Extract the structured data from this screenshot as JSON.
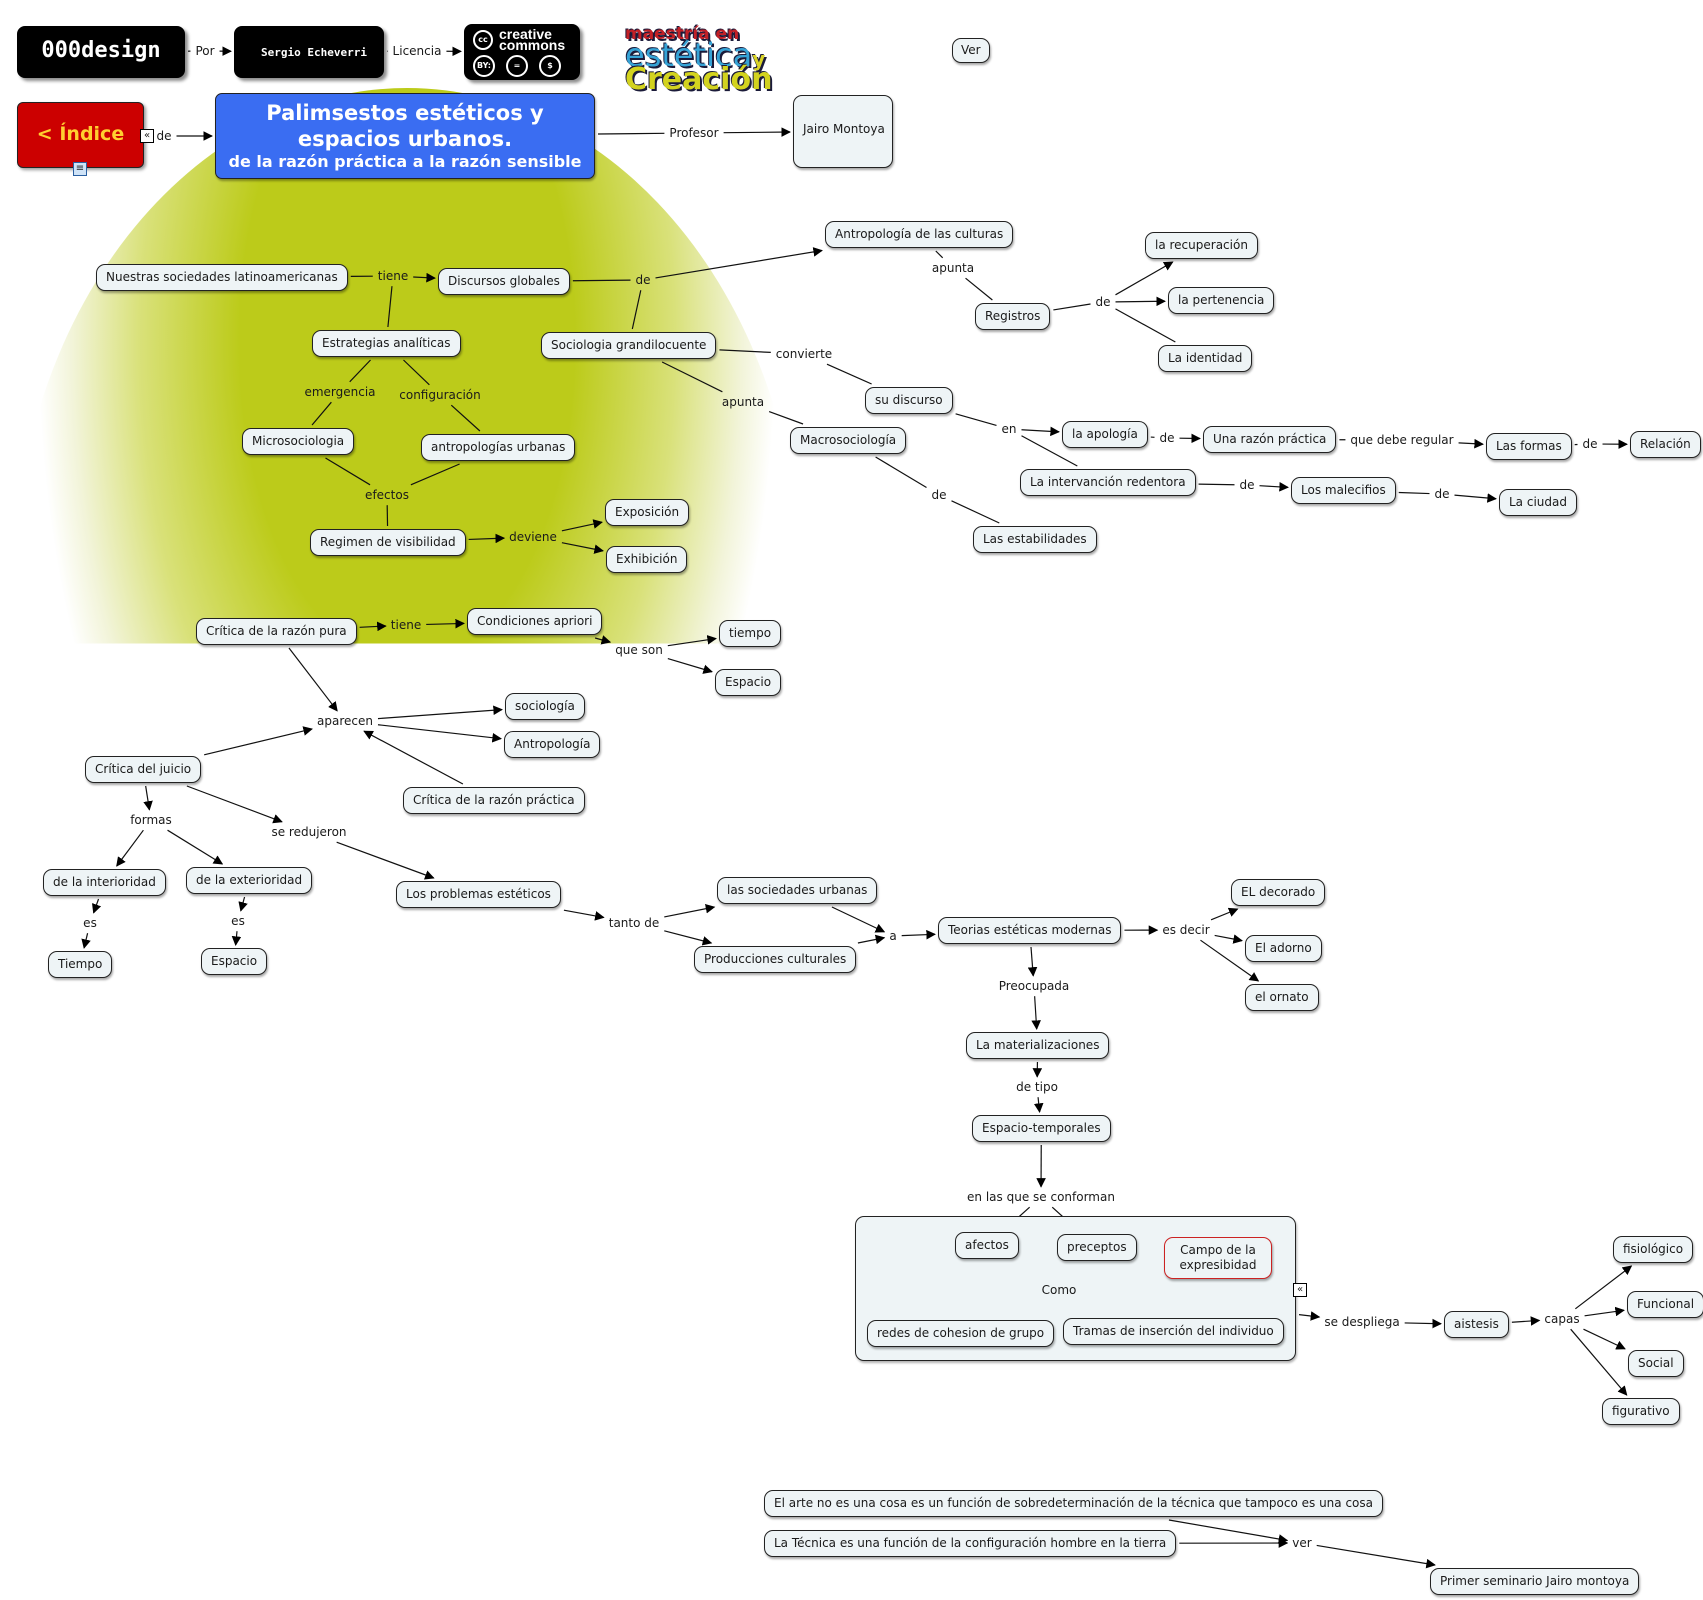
{
  "header": {
    "brand": "000design",
    "link_por": "Por",
    "author": "Sergio Echeverri",
    "link_licencia": "Licencia",
    "license": {
      "title_line1": "creative",
      "title_line2": "commons",
      "badge_cc": "cc",
      "badge_by": "BY:",
      "badge_nd": "=",
      "badge_nc": "$"
    },
    "ver_button": "Ver",
    "logo": {
      "line1": "maestría en",
      "line2": "estética",
      "line2_suffix": "y",
      "line3": "Creación"
    }
  },
  "index_button": {
    "label": "Índice",
    "chevron": "<"
  },
  "title": {
    "line1": "Palimsestos estéticos y",
    "line2": "espacios urbanos.",
    "subtitle": "de la razón práctica a la razón sensible"
  },
  "colors": {
    "node_fill": "#eef4f6",
    "title_fill": "#3a6df2",
    "index_fill": "#cc0000",
    "index_text": "#ffd030",
    "blob_green": "#bccb1a",
    "campo_border": "#cc2222"
  },
  "concepts": {
    "profesor_node": "Jairo Montoya",
    "nuestras": "Nuestras sociedades latinoamericanas",
    "discursos": "Discursos globales",
    "estrategias": "Estrategias analíticas",
    "sociologia": "Sociologia grandilocuente",
    "antropologia_culturas": "Antropología de las culturas",
    "registros": "Registros",
    "recuperacion": "la recuperación",
    "pertenencia": "la pertenencia",
    "identidad": "La identidad",
    "su_discurso": "su discurso",
    "apologia": "la apología",
    "razon_practica": "Una razón práctica",
    "las_formas": "Las formas",
    "relacion": "Relación",
    "intervencion": "La intervanción redentora",
    "malecifios": "Los malecifios",
    "la_ciudad": "La ciudad",
    "macrosociologia": "Macrosociología",
    "estabilidades": "Las estabilidades",
    "microsociologia": "Microsociologia",
    "antropologias_urbanas": "antropologías urbanas",
    "regimen": "Regimen de visibilidad",
    "exposicion": "Exposición",
    "exhibicion": "Exhibición",
    "critica_pura": "Crítica de la razón pura",
    "condiciones": "Condiciones apriori",
    "tiempo_min": "tiempo",
    "espacio_min": "Espacio",
    "sociologia_min": "sociología",
    "antropologia_cap": "Antropología",
    "critica_juicio": "Crítica del juicio",
    "critica_practica": "Crítica de la razón práctica",
    "interioridad": "de la interioridad",
    "exterioridad": "de la exterioridad",
    "tiempo": "Tiempo",
    "espacio": "Espacio",
    "problemas": "Los problemas estéticos",
    "sociedades_urbanas": "las sociedades urbanas",
    "producciones": "Producciones culturales",
    "teorias": "Teorias estéticas modernas",
    "decorado": "EL decorado",
    "adorno": "El adorno",
    "ornato": "el ornato",
    "materializaciones": "La materializaciones",
    "espacio_temporales": "Espacio-temporales",
    "afectos": "afectos",
    "preceptos": "preceptos",
    "campo": "Campo de la expresibidad",
    "redes": "redes de cohesion de grupo",
    "tramas": "Tramas de inserción del individuo",
    "aistesis": "aistesis",
    "fisiologico": "fisiológico",
    "funcional": "Funcional",
    "social": "Social",
    "figurativo": "figurativo",
    "arte": "El arte no es una cosa es un función de sobredeterminación de la técnica que tampoco es una cosa",
    "tecnica": "La Técnica es una función de la configuración hombre en la tierra",
    "seminario": "Primer seminario Jairo montoya"
  },
  "linking_phrases": {
    "de_title": "de",
    "profesor": "Profesor",
    "tiene1": "tiene",
    "de1": "de",
    "apunta1": "apunta",
    "de_reg": "de",
    "convierte": "convierte",
    "apunta2": "apunta",
    "en": "en",
    "de_apol": "de",
    "que_debe": "que debe regular",
    "de_formas": "de",
    "de_interv": "de",
    "de_malec": "de",
    "de_macro": "de",
    "emergencia": "emergencia",
    "configuracion": "configuración",
    "efectos": "efectos",
    "deviene": "deviene",
    "tiene2": "tiene",
    "que_son": "que son",
    "aparecen": "aparecen",
    "formas": "formas",
    "se_redujeron": "se redujeron",
    "es1": "es",
    "es2": "es",
    "tanto_de": "tanto de",
    "a": "a",
    "es_decir": "es decir",
    "preocupada": "Preocupada",
    "de_tipo": "de tipo",
    "en_las_que": "en las que se conforman",
    "como": "Como",
    "se_despliega": "se despliega",
    "capas": "capas",
    "ver": "ver"
  }
}
